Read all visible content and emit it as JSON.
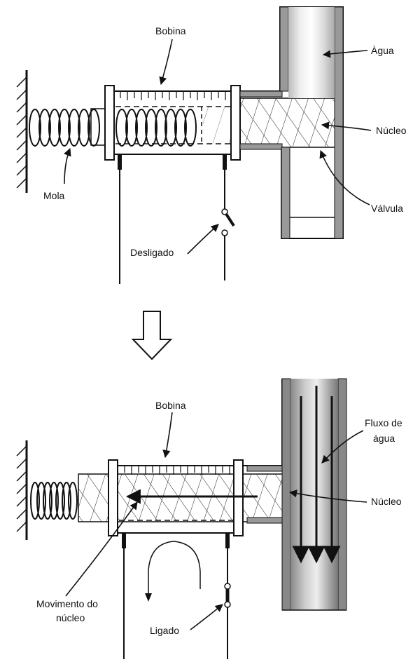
{
  "top_panel": {
    "labels": {
      "coil": "Bobina",
      "water": "Àgua",
      "core": "Núcleo",
      "valve": "Válvula",
      "spring": "Mola",
      "switch_state": "Desligado"
    }
  },
  "bottom_panel": {
    "labels": {
      "coil": "Bobina",
      "flow_line1": "Fluxo de",
      "flow_line2": "água",
      "core": "Núcleo",
      "movement_line1": "Movimento do",
      "movement_line2": "núcleo",
      "switch_state": "Ligado"
    }
  }
}
